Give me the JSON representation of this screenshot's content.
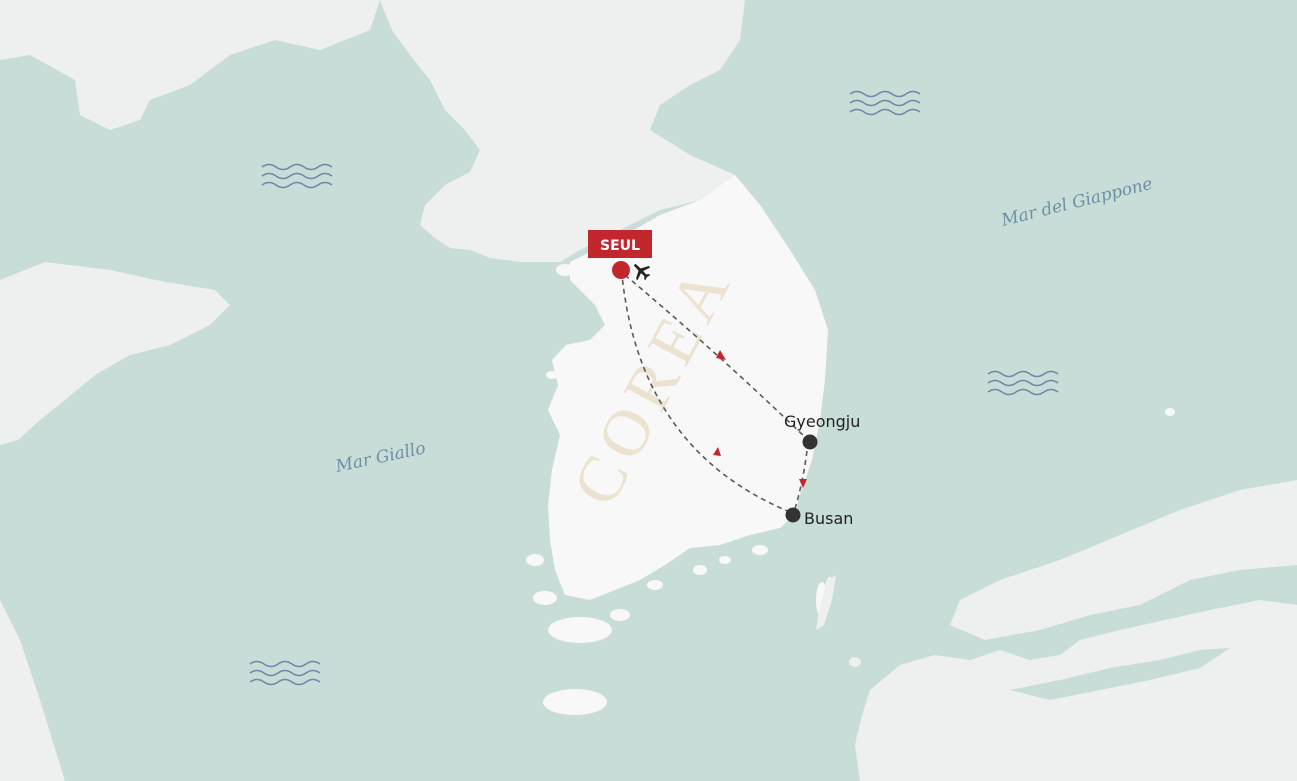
{
  "map": {
    "sea_labels": {
      "yellow_sea": "Mar Giallo",
      "sea_of_japan": "Mar del Giappone"
    },
    "country_label": "COREA",
    "capital": {
      "name": "SEUL",
      "icon": "airplane-icon"
    },
    "cities": {
      "gyeongju": "Gyeongju",
      "busan": "Busan"
    },
    "colors": {
      "sea": "#c9ddd8",
      "land": "#edf0ef",
      "korea": "#f8f8f8",
      "capital_red": "#c1272d",
      "city_dot": "#333333",
      "country_label": "#ebe3cf",
      "sea_label": "#6d8fa6",
      "wave": "#6e86a8"
    }
  }
}
